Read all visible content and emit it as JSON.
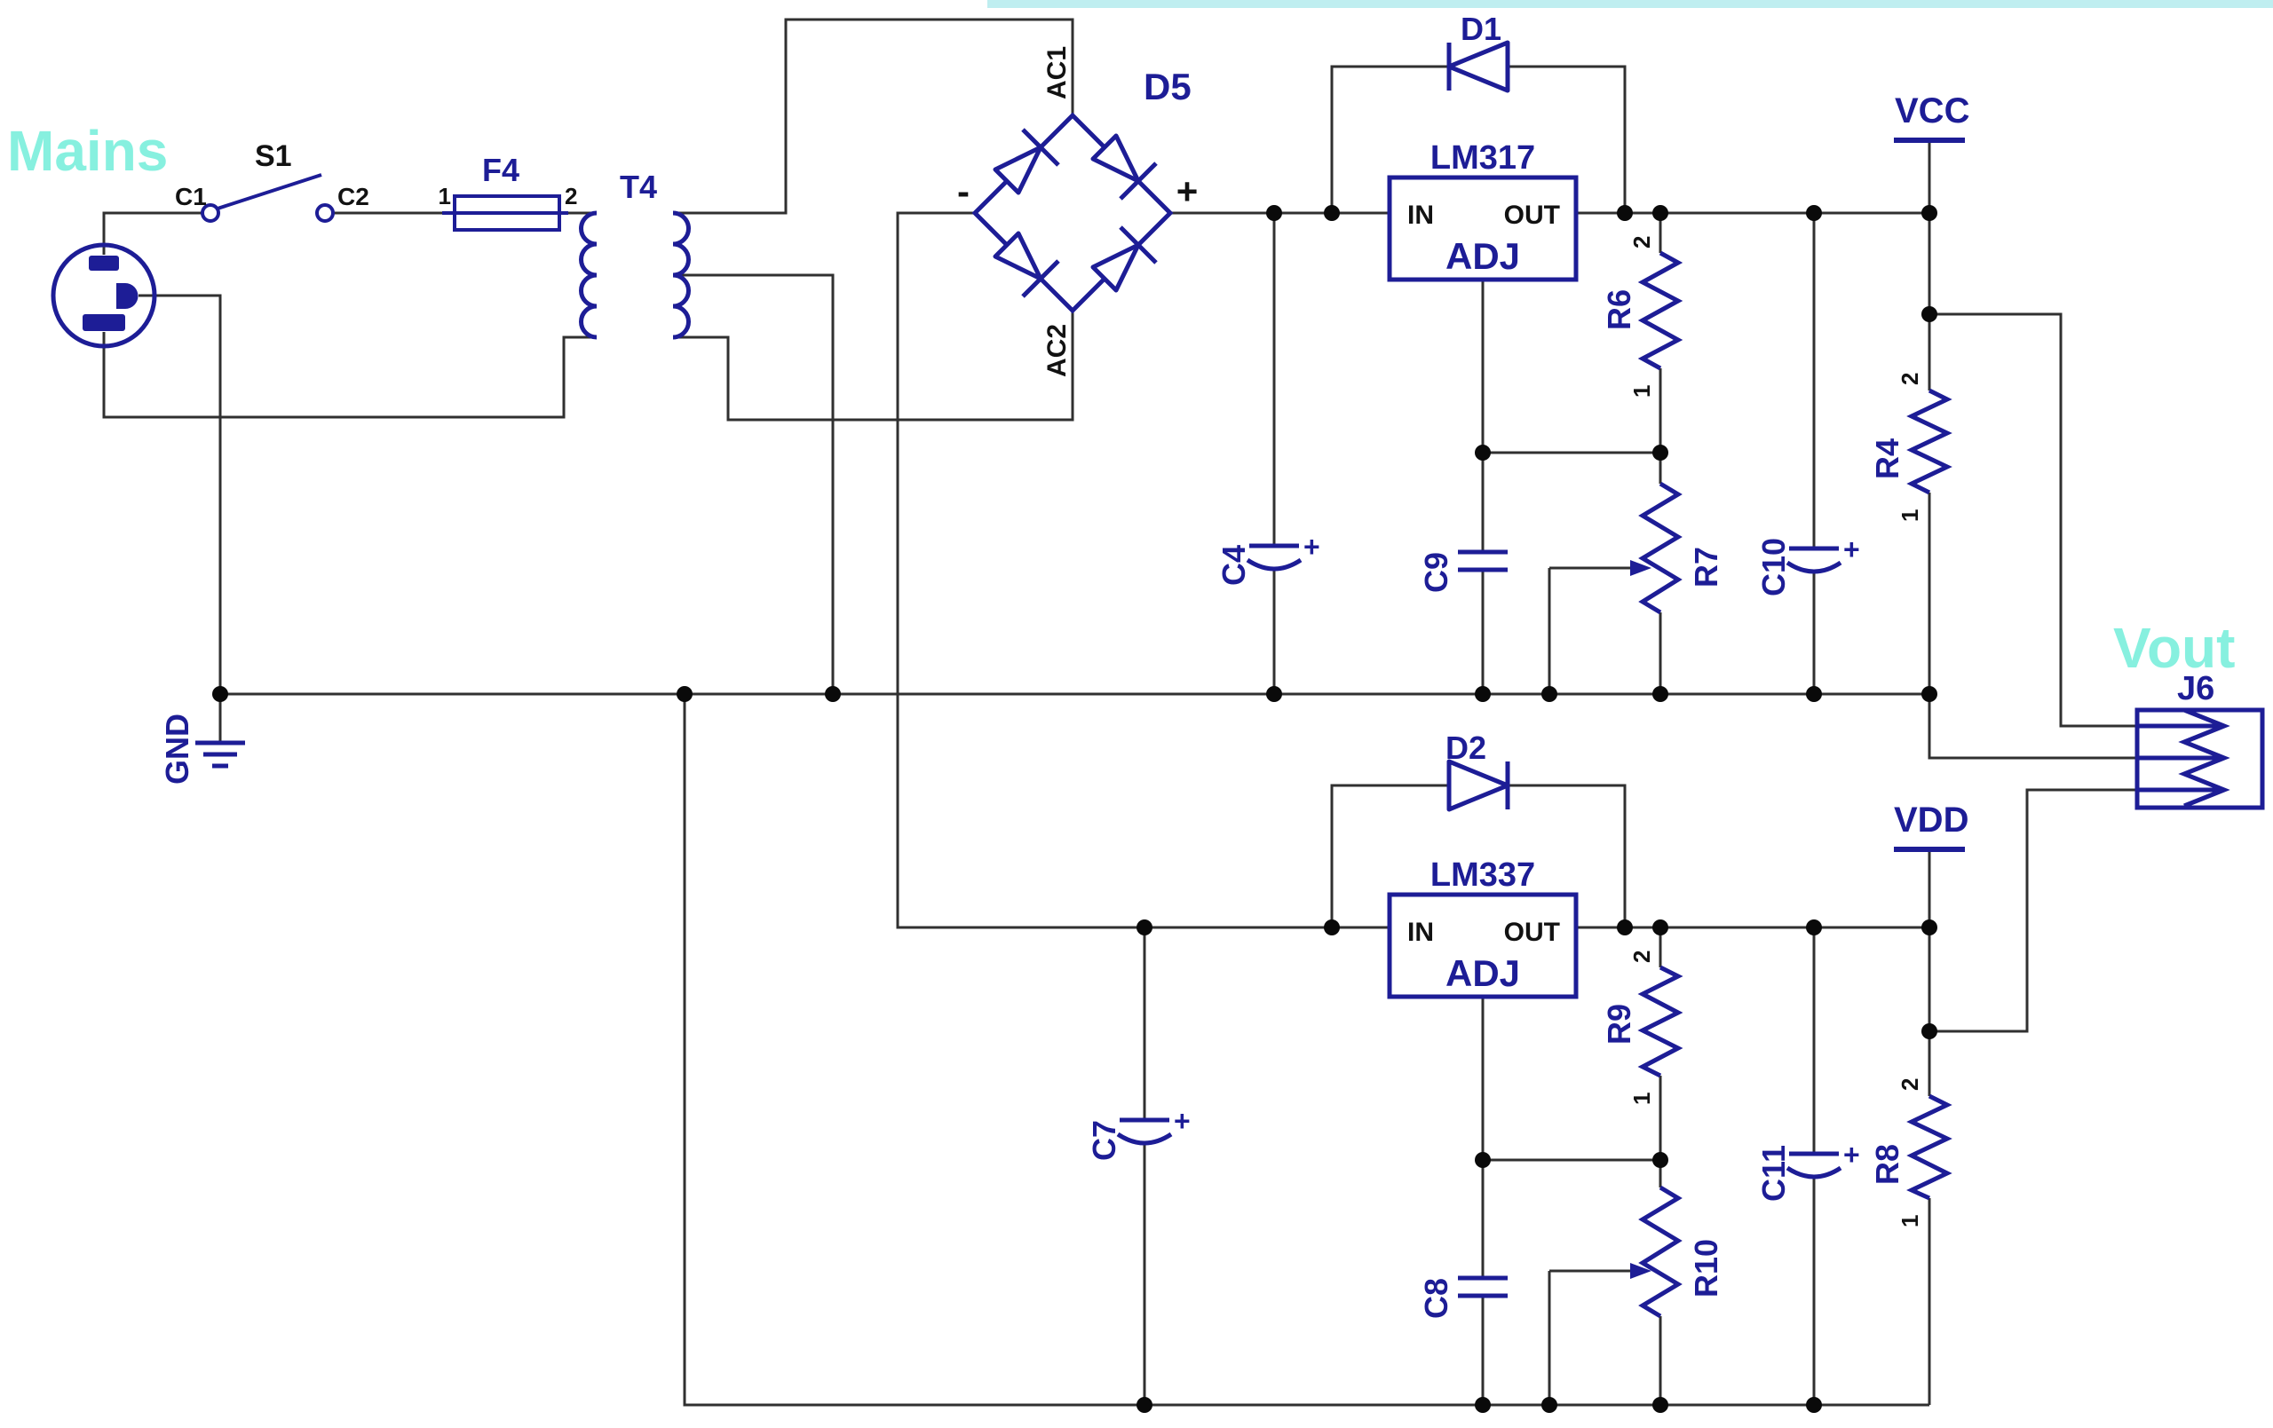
{
  "colors": {
    "blue": "#1d1d96",
    "wire": "#303030",
    "ink": "#121212",
    "cyan": "#87f0df",
    "strip": "#bfeef0",
    "paper": "#ffffff"
  },
  "annotations": {
    "mains": "Mains",
    "vout": "Vout"
  },
  "nets": {
    "gnd": "GND",
    "vcc": "VCC",
    "vdd": "VDD"
  },
  "components": {
    "s1": {
      "ref": "S1",
      "contact_left": "C1",
      "contact_right": "C2"
    },
    "f4": {
      "ref": "F4",
      "pin_left": "1",
      "pin_right": "2"
    },
    "t4": {
      "ref": "T4"
    },
    "d5": {
      "ref": "D5",
      "ac1": "AC1",
      "ac2": "AC2",
      "minus": "-",
      "plus": "+"
    },
    "d1": {
      "ref": "D1"
    },
    "d2": {
      "ref": "D2"
    },
    "lm317": {
      "ref": "LM317",
      "in": "IN",
      "out": "OUT",
      "adj": "ADJ"
    },
    "lm337": {
      "ref": "LM337",
      "in": "IN",
      "out": "OUT",
      "adj": "ADJ"
    },
    "c4": {
      "ref": "C4",
      "polarity": "+"
    },
    "c7": {
      "ref": "C7",
      "polarity": "+"
    },
    "c9": {
      "ref": "C9"
    },
    "c8": {
      "ref": "C8"
    },
    "c10": {
      "ref": "C10",
      "polarity": "+"
    },
    "c11": {
      "ref": "C11",
      "polarity": "+"
    },
    "r6": {
      "ref": "R6",
      "pin1": "1",
      "pin2": "2"
    },
    "r7": {
      "ref": "R7"
    },
    "r9": {
      "ref": "R9",
      "pin1": "1",
      "pin2": "2"
    },
    "r10": {
      "ref": "R10"
    },
    "r4": {
      "ref": "R4",
      "pin1": "1",
      "pin2": "2"
    },
    "r8": {
      "ref": "R8",
      "pin1": "1",
      "pin2": "2"
    },
    "j6": {
      "ref": "J6"
    }
  }
}
